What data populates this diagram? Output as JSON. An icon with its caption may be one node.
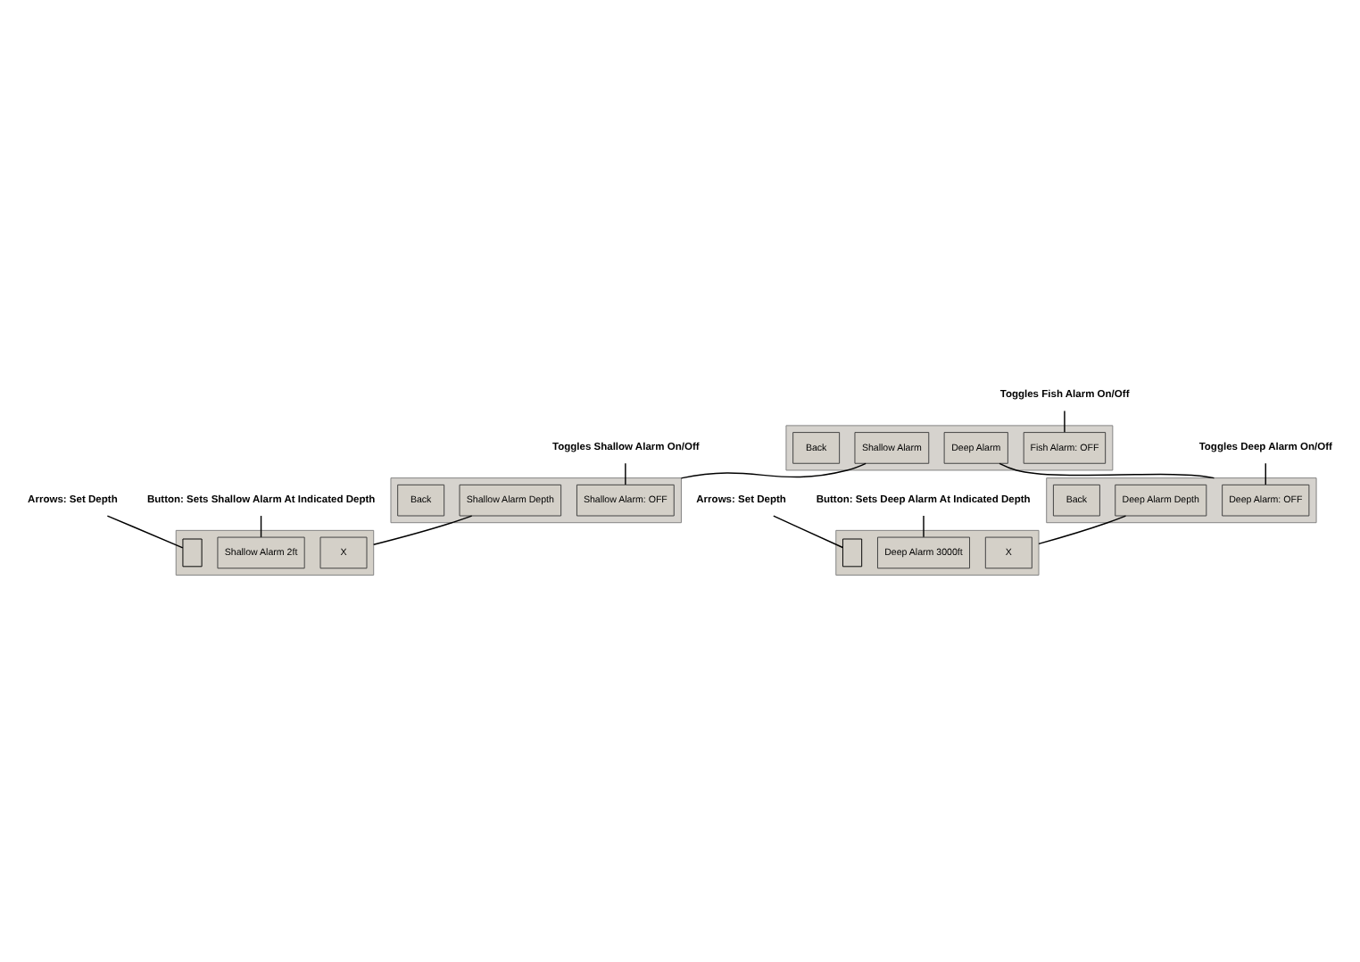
{
  "diagram": {
    "nodes": [
      {
        "text": [],
        "shape": "bar"
      },
      {
        "text": [
          "Fish Alarm: OFF"
        ],
        "in": 0
      },
      {
        "text": [
          "Shallow Alarm"
        ],
        "in": 0
      },
      {
        "text": [
          "Deep Alarm"
        ],
        "in": 0
      },
      {
        "text": [
          "Back"
        ],
        "in": 0
      },
      {
        "text": [
          "Toggles Fish Alarm On/Off"
        ]
      },
      {
        "text": [],
        "shape": "bar"
      },
      {
        "text": [
          "Shallow Alarm: OFF"
        ],
        "in": 6
      },
      {
        "text": [
          "Shallow Alarm Depth"
        ],
        "in": 6
      },
      {
        "text": [
          "Back"
        ],
        "in": 6
      },
      {
        "text": [
          "Toggles Shallow Alarm On/Off"
        ]
      },
      {
        "text": [],
        "shape": "box"
      },
      {
        "text": [
          "X"
        ],
        "in": 11
      },
      {
        "text": [
          "Shallow Alarm 2ft"
        ],
        "in": 11
      },
      {
        "text": [],
        "shape": "box",
        "in": 11
      },
      {
        "text": [
          "Arrows: Set Depth"
        ]
      },
      {
        "text": [
          "Button: Sets Shallow Alarm At Indicated Depth"
        ]
      },
      {
        "text": [],
        "shape": "bar"
      },
      {
        "text": [
          "Deep Alarm: OFF"
        ],
        "in": 17
      },
      {
        "text": [
          "Deep Alarm Depth"
        ],
        "in": 17
      },
      {
        "text": [
          "Back"
        ],
        "in": 17
      },
      {
        "text": [
          "Toggles Deep Alarm On/Off"
        ]
      },
      {
        "text": [],
        "shape": "box"
      },
      {
        "text": [
          "X"
        ],
        "in": 22
      },
      {
        "text": [
          "Deep Alarm 3000ft"
        ],
        "in": 22
      },
      {
        "text": [],
        "shape": "box",
        "in": 22
      },
      {
        "text": [
          "Arrows: Set Depth"
        ]
      },
      {
        "text": [
          "Button: Sets Deep Alarm At Indicated Depth"
        ]
      }
    ],
    "edges": [
      {
        "from": 5,
        "to": 1,
        "arrow": "none"
      },
      {
        "from": 2,
        "to": 6,
        "arrow": "none"
      },
      {
        "from": 3,
        "to": 17,
        "arrow": "none"
      },
      {
        "from": 10,
        "to": 7,
        "arrow": "none"
      },
      {
        "from": 8,
        "to": 11,
        "arrow": "none"
      },
      {
        "from": 15,
        "to": 14,
        "arrow": "none"
      },
      {
        "from": 16,
        "to": 13,
        "arrow": "none"
      },
      {
        "from": 21,
        "to": 18,
        "arrow": "none"
      },
      {
        "from": 19,
        "to": 22,
        "arrow": "none"
      },
      {
        "from": 26,
        "to": 25,
        "arrow": "none"
      },
      {
        "from": 27,
        "to": 24,
        "arrow": "none"
      }
    ]
  }
}
